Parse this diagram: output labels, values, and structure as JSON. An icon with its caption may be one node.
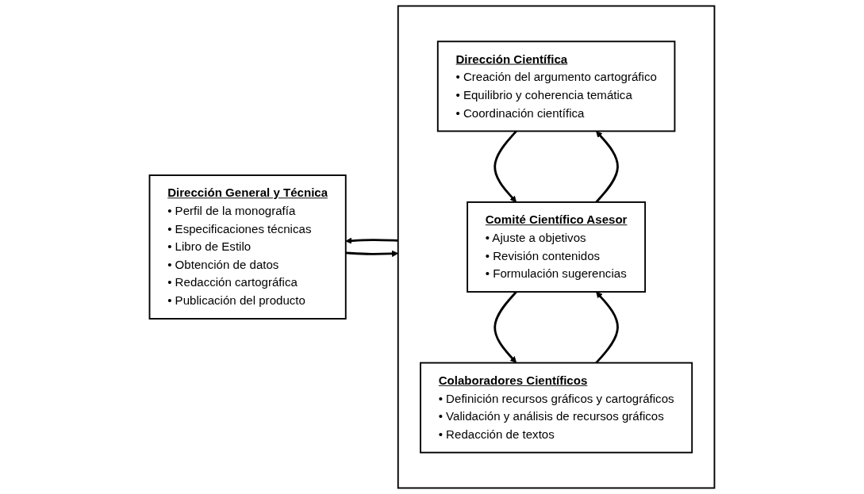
{
  "diagram": {
    "nodes": [
      {
        "text": [
          "Dirección General y Técnica",
          "• Perfil de la monografía",
          "• Especificaciones técnicas",
          "• Libro de Estilo",
          "• Obtención de datos",
          "• Redacción cartográfica",
          "• Publicación del producto"
        ]
      },
      {
        "text": [],
        "shape": "box"
      },
      {
        "text": [
          "Dirección Científica",
          "• Creación del argumento cartográfico",
          "• Equilibrio y coherencia temática",
          "• Coordinación científica"
        ],
        "in": 1
      },
      {
        "text": [
          "Comité Científico Asesor",
          "• Ajuste a objetivos",
          "• Revisión contenidos",
          "• Formulación sugerencias"
        ],
        "in": 1
      },
      {
        "text": [
          "Colaboradores Científicos",
          "• Definición recursos gráficos y cartográficos",
          "• Validación y análisis de recursos gráficos",
          "• Redacción de textos"
        ],
        "in": 1
      }
    ],
    "edges": [
      {
        "from": 0,
        "to": 1,
        "arrow": "to"
      },
      {
        "from": 1,
        "to": 0,
        "arrow": "to"
      },
      {
        "from": 2,
        "to": 3,
        "arrow": "to"
      },
      {
        "from": 3,
        "to": 2,
        "arrow": "to"
      },
      {
        "from": 3,
        "to": 4,
        "arrow": "to"
      },
      {
        "from": 4,
        "to": 3,
        "arrow": "to"
      }
    ]
  }
}
